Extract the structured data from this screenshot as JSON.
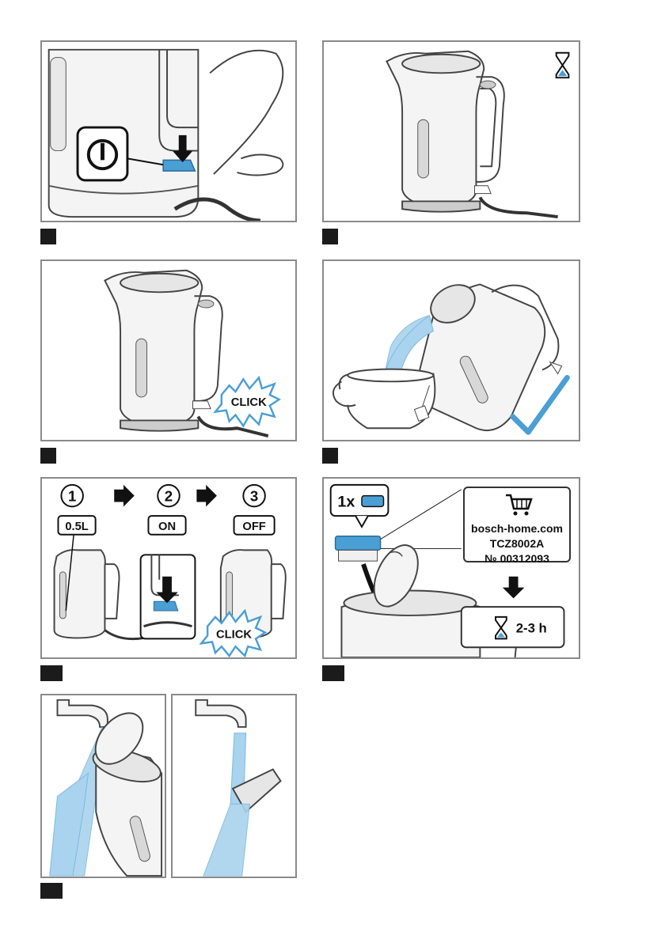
{
  "steps": {
    "s1": "",
    "s2": "",
    "s3": "",
    "s4": "",
    "s5": "",
    "s6": "",
    "s7": ""
  },
  "labels": {
    "click": "CLICK",
    "num1": "1",
    "num2": "2",
    "num3": "3",
    "volume": "0.5L",
    "on": "ON",
    "off": "OFF",
    "qty": "1x",
    "duration": "2-3 h"
  },
  "shop": {
    "website": "bosch-home.com",
    "model": "TCZ8002A",
    "number": "№ 00312093"
  },
  "icons": [
    "power-symbol-icon",
    "arrow-down-icon",
    "hourglass-icon",
    "checkmark-icon",
    "shopping-cart-icon",
    "arrow-right-icon",
    "filter-cartridge-icon"
  ],
  "colors": {
    "accent_blue": "#4a9fd5",
    "light_blue": "#a9d3ee",
    "outline": "#444444",
    "panel_border": "#8a8a8a",
    "step_bar": "#1b1b1b"
  }
}
